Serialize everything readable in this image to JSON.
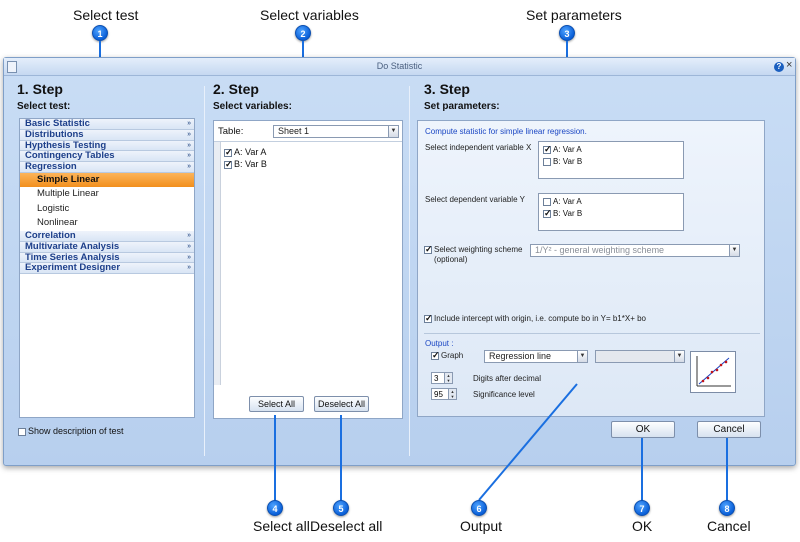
{
  "callouts": [
    {
      "num": "1",
      "label": "Select test"
    },
    {
      "num": "2",
      "label": "Select variables"
    },
    {
      "num": "3",
      "label": "Set parameters"
    },
    {
      "num": "4",
      "label": "Select all"
    },
    {
      "num": "5",
      "label": "Deselect all"
    },
    {
      "num": "6",
      "label": "Output"
    },
    {
      "num": "7",
      "label": "OK"
    },
    {
      "num": "8",
      "label": "Cancel"
    }
  ],
  "window": {
    "title": "Do Statistic",
    "help": "?",
    "close": "×"
  },
  "step1": {
    "title": "1. Step",
    "subtitle": "Select test:",
    "categories": [
      {
        "label": "Basic Statistic",
        "chev": "»"
      },
      {
        "label": "Distributions",
        "chev": "»"
      },
      {
        "label": "Hypthesis Testing",
        "chev": "»"
      },
      {
        "label": "Contingency Tables",
        "chev": "»"
      },
      {
        "label": "Regression",
        "chev": "»"
      }
    ],
    "regression_items": [
      "Simple Linear",
      "Multiple Linear",
      "Logistic",
      "Nonlinear"
    ],
    "categories_after": [
      {
        "label": "Correlation",
        "chev": "»"
      },
      {
        "label": "Multivariate Analysis",
        "chev": "»"
      },
      {
        "label": "Time Series Analysis",
        "chev": "»"
      },
      {
        "label": "Experiment Designer",
        "chev": "»"
      }
    ],
    "show_description": "Show description of test"
  },
  "step2": {
    "title": "2. Step",
    "subtitle": "Select variables:",
    "table_label": "Table:",
    "table_value": "Sheet 1",
    "dropdown_glyph": "▼",
    "variables": [
      "A: Var A",
      "B: Var B"
    ],
    "select_all": "Select All",
    "deselect_all": "Deselect All"
  },
  "step3": {
    "title": "3. Step",
    "subtitle": "Set parameters:",
    "heading": "Compute statistic for simple linear regression.",
    "indep_label": "Select independent variable X",
    "indep_vars": [
      "A: Var A",
      "B: Var B"
    ],
    "dep_label": "Select dependent variable Y",
    "dep_vars": [
      "A: Var A",
      "B: Var B"
    ],
    "weight_label": "Select weighting scheme",
    "weight_optional": "(optional)",
    "weight_value": "1/Y² - general weighting scheme",
    "intercept": "Include intercept with origin, i.e. compute bo in Y= b1*X+ bo",
    "output_title": "Output :",
    "graph_label": "Graph",
    "graph_type": "Regression line",
    "digits_value": "3",
    "digits_label": "Digits after decimal",
    "signif_value": "95",
    "signif_label": "Significance level",
    "ok": "OK",
    "cancel": "Cancel"
  }
}
